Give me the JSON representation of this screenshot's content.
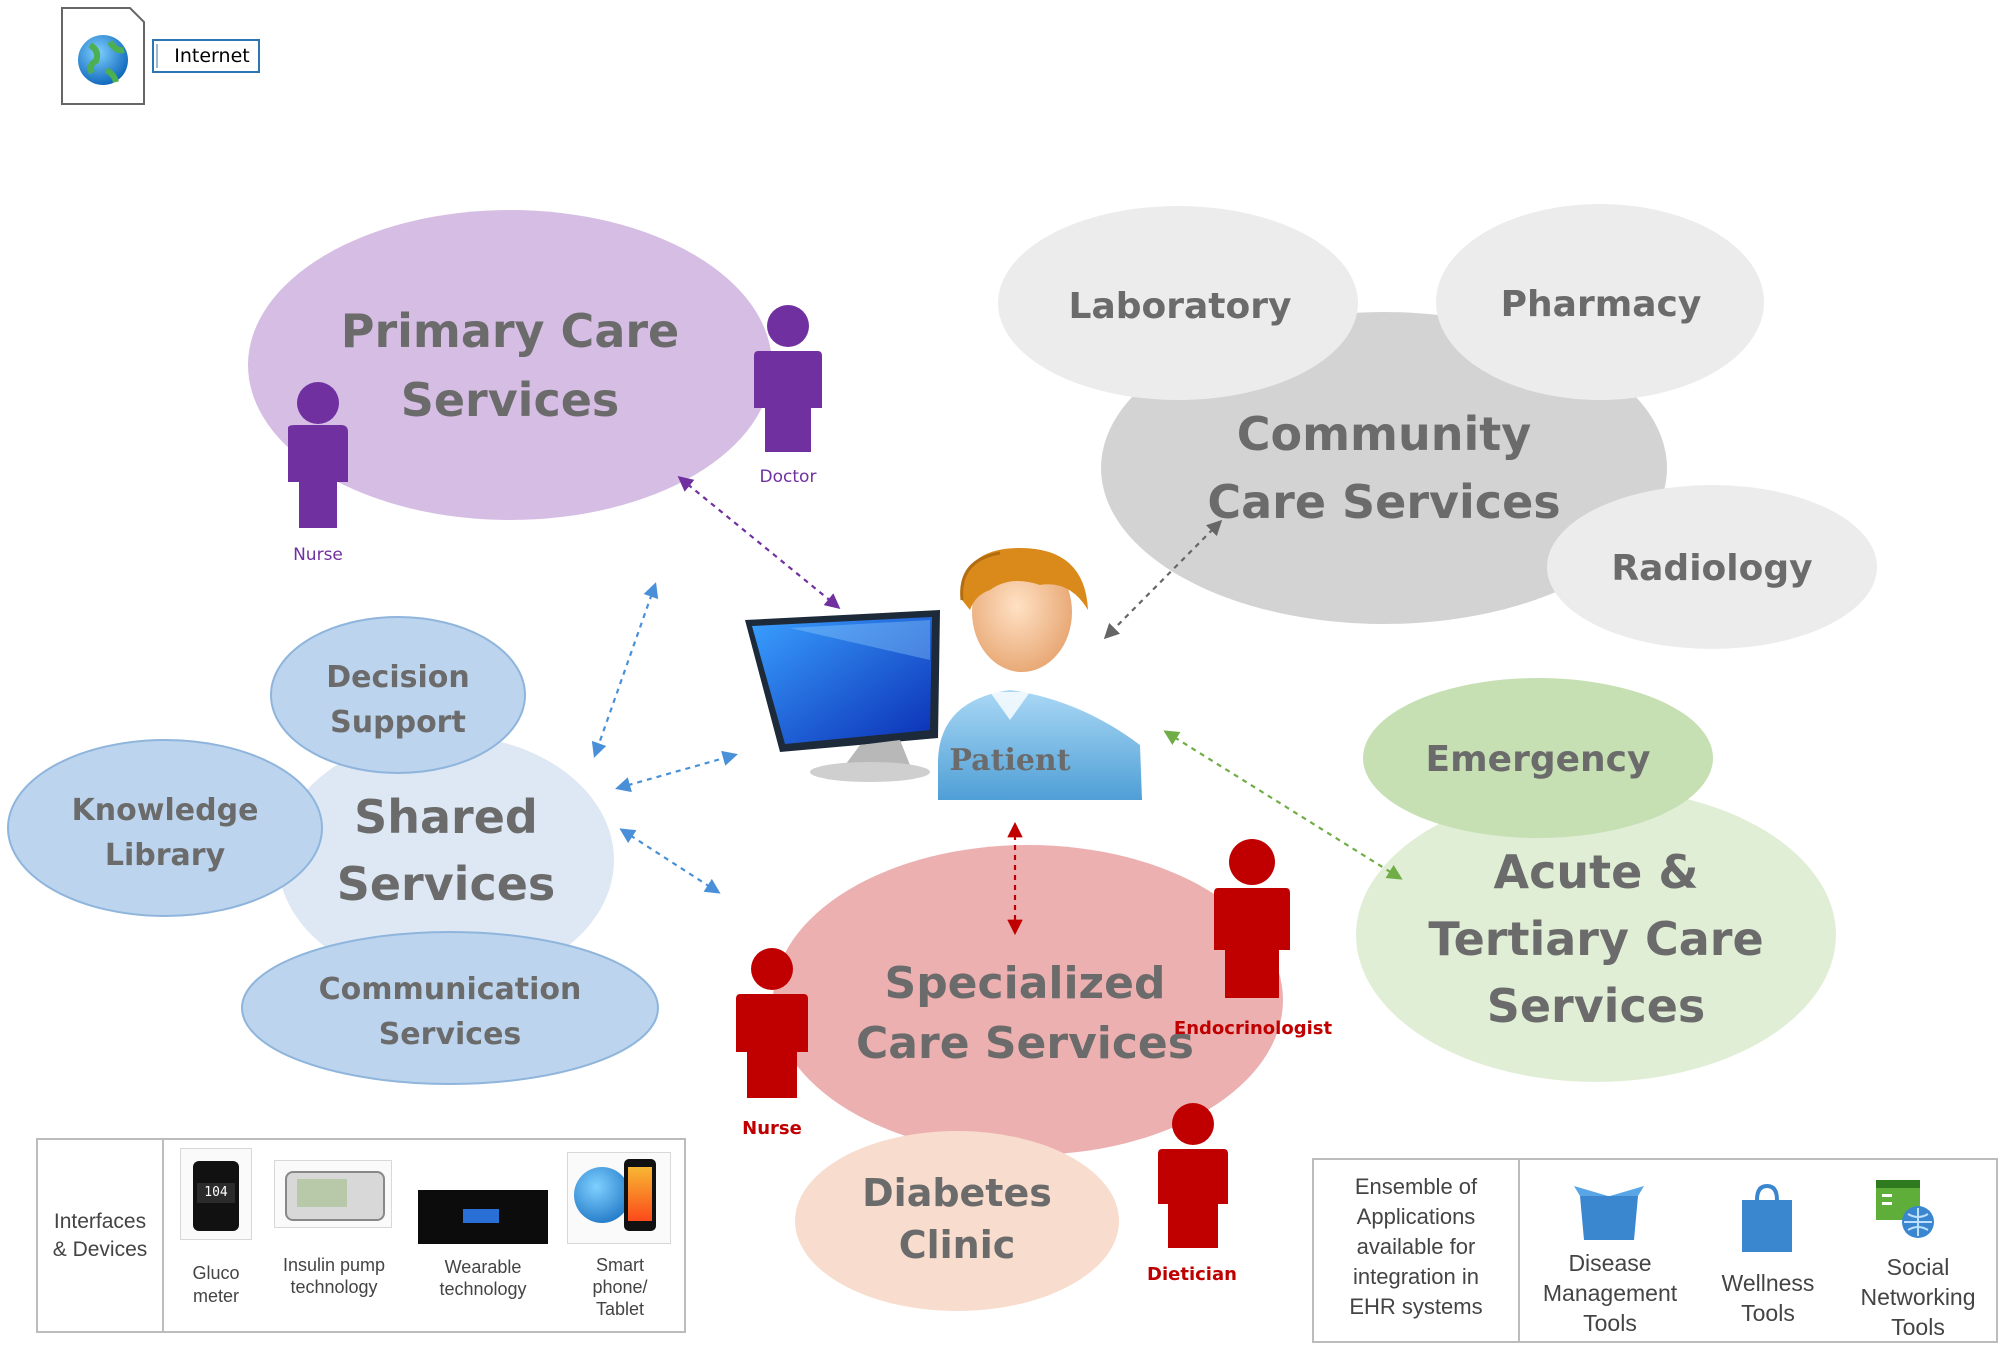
{
  "header": {
    "internet_label": "Internet",
    "globe_icon": "globe-document-icon"
  },
  "patient": {
    "label": "Patient"
  },
  "primary_care": {
    "line1": "Primary Care",
    "line2": "Services",
    "nurse_label": "Nurse",
    "doctor_label": "Doctor",
    "color": "#d5bde3",
    "figure_color": "#7030a0"
  },
  "community": {
    "line1": "Community",
    "line2": "Care Services",
    "laboratory": "Laboratory",
    "pharmacy": "Pharmacy",
    "radiology": "Radiology",
    "color": "#d3d3d3",
    "sub_color": "#ececec"
  },
  "shared": {
    "line1": "Shared",
    "line2": "Services",
    "decision_1": "Decision",
    "decision_2": "Support",
    "knowledge_1": "Knowledge",
    "knowledge_2": "Library",
    "comm_1": "Communication",
    "comm_2": "Services",
    "color": "#dde8f4",
    "sub_color": "#bcd4ed"
  },
  "specialized": {
    "line1": "Specialized",
    "line2": "Care Services",
    "nurse_label": "Nurse",
    "endocrinologist_label": "Endocrinologist",
    "dietician_label": "Dietician",
    "color": "#ecb0b0",
    "figure_color": "#c00000"
  },
  "diabetes_clinic": {
    "line1": "Diabetes",
    "line2": "Clinic",
    "color": "#f8dccd"
  },
  "acute": {
    "line1": "Acute &",
    "line2": "Tertiary Care",
    "line3": "Services",
    "emergency": "Emergency",
    "color": "#e0eed6",
    "sub_color": "#c6e0b4"
  },
  "interfaces_panel": {
    "label_1": "Interfaces",
    "label_2": "& Devices",
    "devices": [
      {
        "line1": "Gluco",
        "line2": "meter",
        "line3": "",
        "reading": "104"
      },
      {
        "line1": "Insulin pump",
        "line2": "technology",
        "line3": ""
      },
      {
        "line1": "Wearable",
        "line2": "technology",
        "line3": ""
      },
      {
        "line1": "Smart",
        "line2": "phone/",
        "line3": "Tablet"
      }
    ]
  },
  "apps_panel": {
    "label_lines": [
      "Ensemble of",
      "Applications",
      "available for",
      "integration in",
      "EHR systems"
    ],
    "apps": [
      {
        "line1": "Disease",
        "line2": "Management",
        "line3": "Tools",
        "icon": "box-icon"
      },
      {
        "line1": "Wellness",
        "line2": "Tools",
        "line3": "",
        "icon": "shopping-bag-icon"
      },
      {
        "line1": "Social",
        "line2": "Networking",
        "line3": "Tools",
        "icon": "social-network-icon"
      }
    ]
  }
}
